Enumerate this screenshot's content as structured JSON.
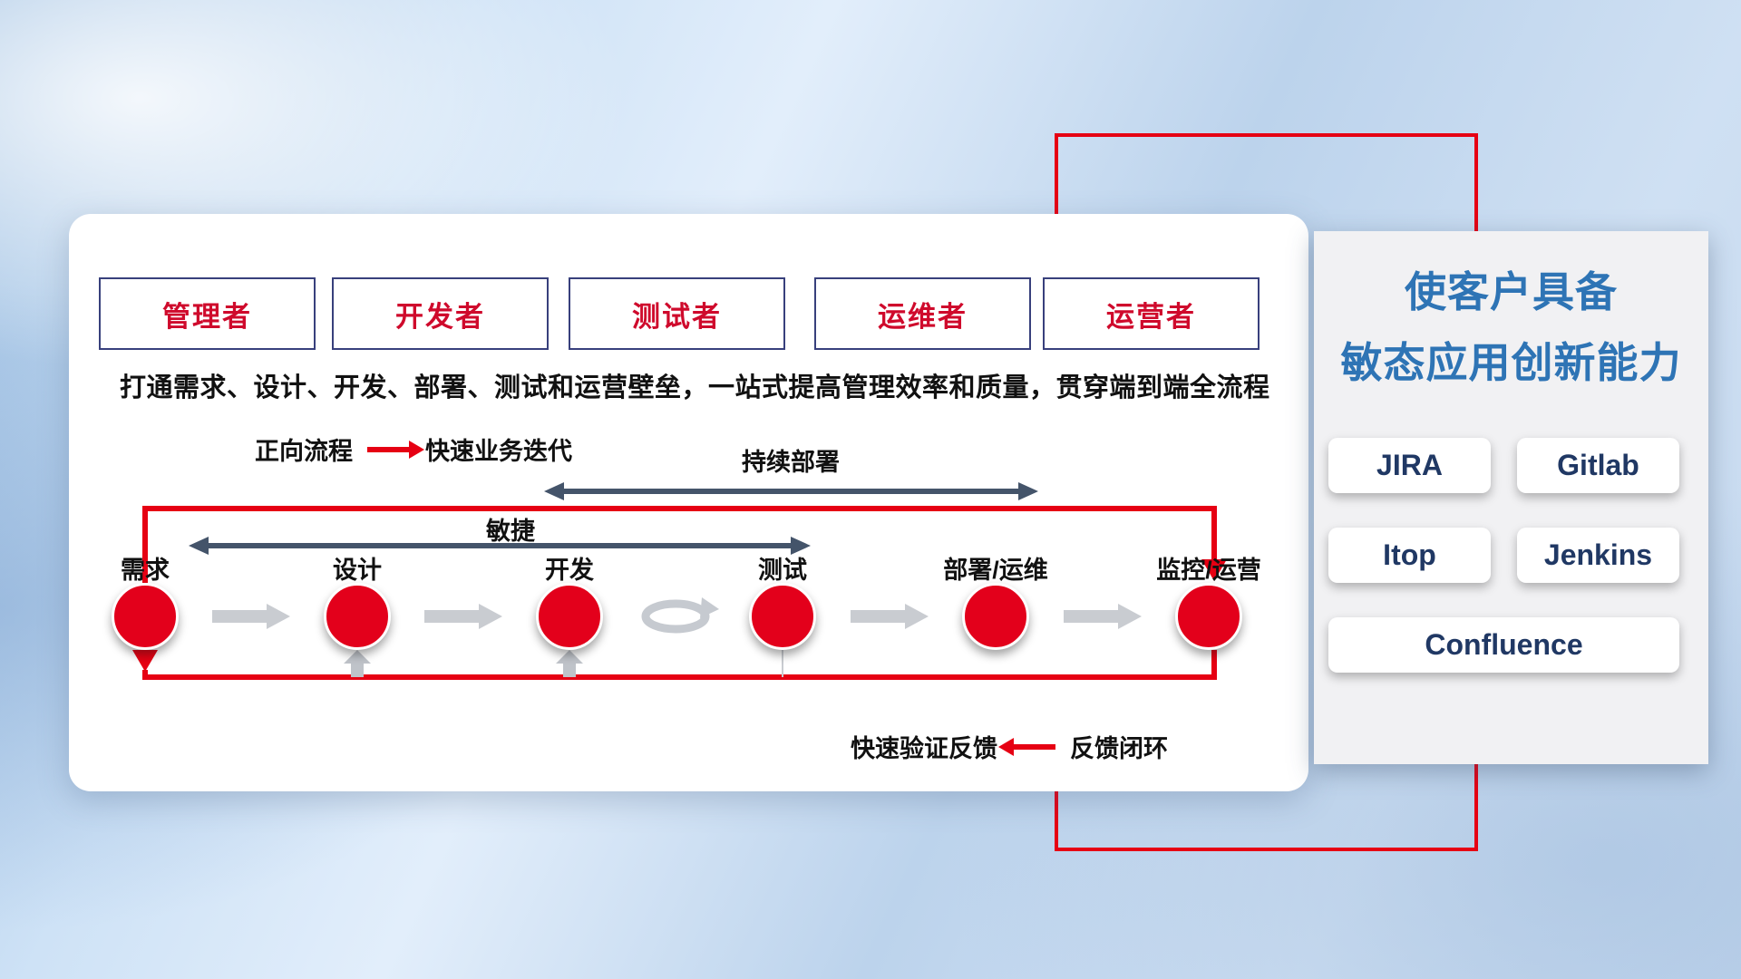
{
  "roles": [
    {
      "label": "管理者"
    },
    {
      "label": "开发者"
    },
    {
      "label": "测试者"
    },
    {
      "label": "运维者"
    },
    {
      "label": "运营者"
    }
  ],
  "description": "打通需求、设计、开发、部署、测试和运营壁垒，一站式提高管理效率和质量，贯穿端到端全流程",
  "legend_forward": {
    "label": "正向流程",
    "value": "快速业务迭代"
  },
  "arrows": {
    "continuous_deploy": "持续部署",
    "agile": "敏捷"
  },
  "stages": [
    "需求",
    "设计",
    "开发",
    "测试",
    "部署/运维",
    "监控/运营"
  ],
  "legend_feedback": {
    "label": "快速验证反馈",
    "value": "反馈闭环"
  },
  "side_panel": {
    "title_line1": "使客户具备",
    "title_line2": "敏态应用创新能力",
    "tools": [
      "JIRA",
      "Gitlab",
      "Itop",
      "Jenkins",
      "Confluence"
    ]
  },
  "colors": {
    "accent_red": "#e60013",
    "title_blue": "#2e74b5",
    "tool_text_navy": "#203864",
    "role_text_red": "#cf0a2c",
    "role_border_navy": "#38407c",
    "range_arrow_slate": "#44546a",
    "flow_arrow_gray": "#c9ccd1"
  }
}
